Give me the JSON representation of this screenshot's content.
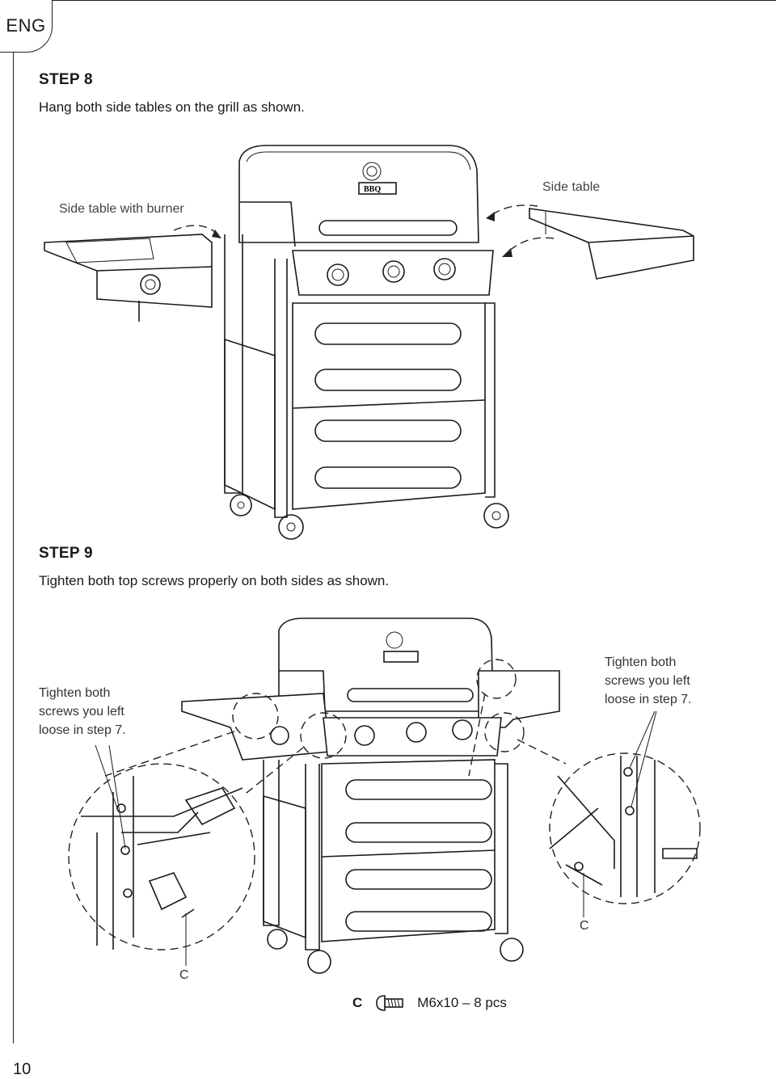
{
  "header": {
    "language": "ENG"
  },
  "step8": {
    "title": "STEP 8",
    "instruction": "Hang both side tables on the grill as shown.",
    "label_left": "Side table with burner",
    "label_right": "Side table"
  },
  "step9": {
    "title": "STEP 9",
    "instruction": "Tighten both top screws properly on both sides as shown.",
    "callout_left": [
      "Tighten both",
      "screws you left",
      "loose in step 7."
    ],
    "callout_right": [
      "Tighten both",
      "screws you left",
      "loose in step 7."
    ],
    "part_label_left": "C",
    "part_label_right": "C"
  },
  "hardware": {
    "letter": "C",
    "description": "M6x10 – 8 pcs"
  },
  "grill_badge": "BBQ",
  "footer": {
    "page_number": "10"
  }
}
